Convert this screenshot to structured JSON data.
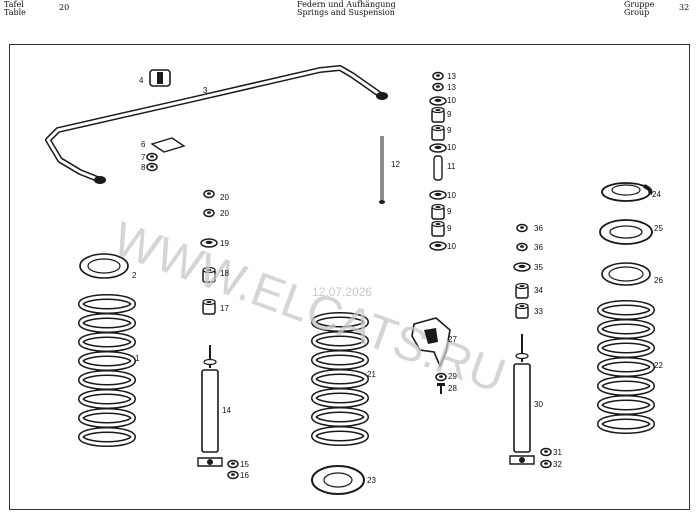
{
  "header": {
    "table_label": "Tafel",
    "table_label_en": "Table",
    "table_number": "20",
    "title_de": "Federn und Aufhängung",
    "title_en": "Springs and Suspension",
    "group_label": "Gruppe",
    "group_label_en": "Group",
    "group_number": "32"
  },
  "watermark": {
    "text": "WWW.ELCATS.RU",
    "date": "12.07.2026"
  },
  "part_labels": [
    "1",
    "2",
    "3",
    "4",
    "6",
    "7",
    "8",
    "9",
    "10",
    "11",
    "12",
    "13",
    "14",
    "15",
    "16",
    "17",
    "18",
    "19",
    "20",
    "21",
    "22",
    "23",
    "24",
    "25",
    "26",
    "27",
    "28",
    "29",
    "30",
    "31",
    "32",
    "33",
    "34",
    "35",
    "36"
  ],
  "colors": {
    "ink": "#1a1a1a",
    "watermark": "#c8c8c8"
  }
}
